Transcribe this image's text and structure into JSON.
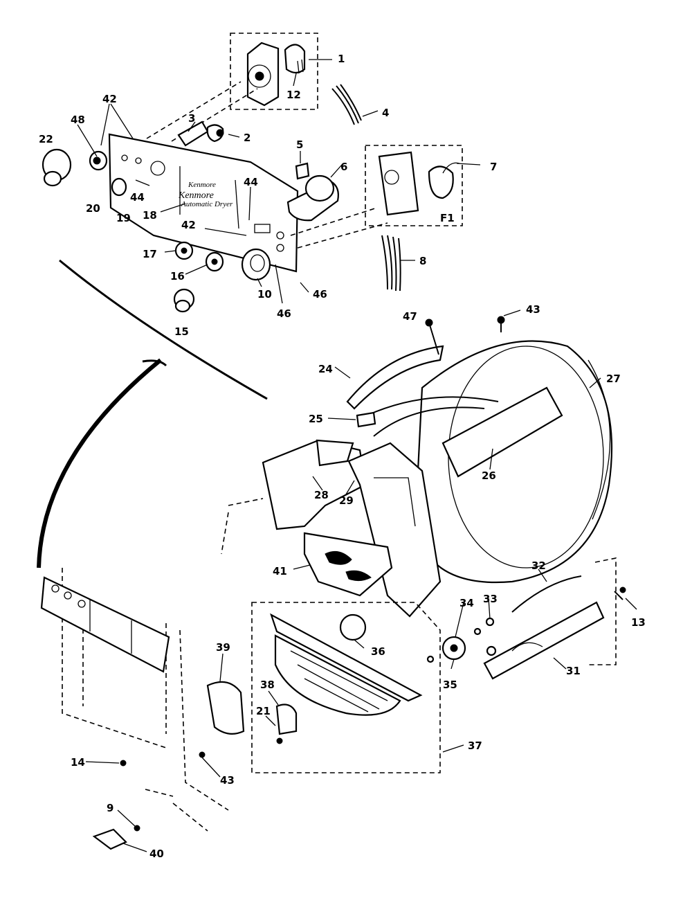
{
  "panel_brand": {
    "line1": "Kenmore",
    "line2": "Kenmore",
    "line3": "Automatic Dryer"
  },
  "callouts": [
    {
      "id": "c1",
      "text": "1"
    },
    {
      "id": "c12",
      "text": "12"
    },
    {
      "id": "c4",
      "text": "4"
    },
    {
      "id": "c42a",
      "text": "42"
    },
    {
      "id": "c3",
      "text": "3"
    },
    {
      "id": "c2",
      "text": "2"
    },
    {
      "id": "c48",
      "text": "48"
    },
    {
      "id": "c22",
      "text": "22"
    },
    {
      "id": "c20",
      "text": "20"
    },
    {
      "id": "c19",
      "text": "19"
    },
    {
      "id": "c44a",
      "text": "44"
    },
    {
      "id": "c18",
      "text": "18"
    },
    {
      "id": "c5",
      "text": "5"
    },
    {
      "id": "c6",
      "text": "6"
    },
    {
      "id": "c7",
      "text": "7"
    },
    {
      "id": "cF1",
      "text": "F1"
    },
    {
      "id": "c44b",
      "text": "44"
    },
    {
      "id": "c42b",
      "text": "42"
    },
    {
      "id": "c8",
      "text": "8"
    },
    {
      "id": "c17",
      "text": "17"
    },
    {
      "id": "c16",
      "text": "16"
    },
    {
      "id": "c10",
      "text": "10"
    },
    {
      "id": "c46a",
      "text": "46"
    },
    {
      "id": "c46b",
      "text": "46"
    },
    {
      "id": "c15",
      "text": "15"
    },
    {
      "id": "c47",
      "text": "47"
    },
    {
      "id": "c43a",
      "text": "43"
    },
    {
      "id": "c24",
      "text": "24"
    },
    {
      "id": "c27",
      "text": "27"
    },
    {
      "id": "c25",
      "text": "25"
    },
    {
      "id": "c26",
      "text": "26"
    },
    {
      "id": "c28",
      "text": "28"
    },
    {
      "id": "c29",
      "text": "29"
    },
    {
      "id": "c41",
      "text": "41"
    },
    {
      "id": "c32",
      "text": "32"
    },
    {
      "id": "c34",
      "text": "34"
    },
    {
      "id": "c33",
      "text": "33"
    },
    {
      "id": "c13",
      "text": "13"
    },
    {
      "id": "c36",
      "text": "36"
    },
    {
      "id": "c39",
      "text": "39"
    },
    {
      "id": "c38",
      "text": "38"
    },
    {
      "id": "c21",
      "text": "21"
    },
    {
      "id": "c35",
      "text": "35"
    },
    {
      "id": "c31",
      "text": "31"
    },
    {
      "id": "c37",
      "text": "37"
    },
    {
      "id": "c14",
      "text": "14"
    },
    {
      "id": "c43b",
      "text": "43"
    },
    {
      "id": "c9",
      "text": "9"
    },
    {
      "id": "c40",
      "text": "40"
    }
  ]
}
